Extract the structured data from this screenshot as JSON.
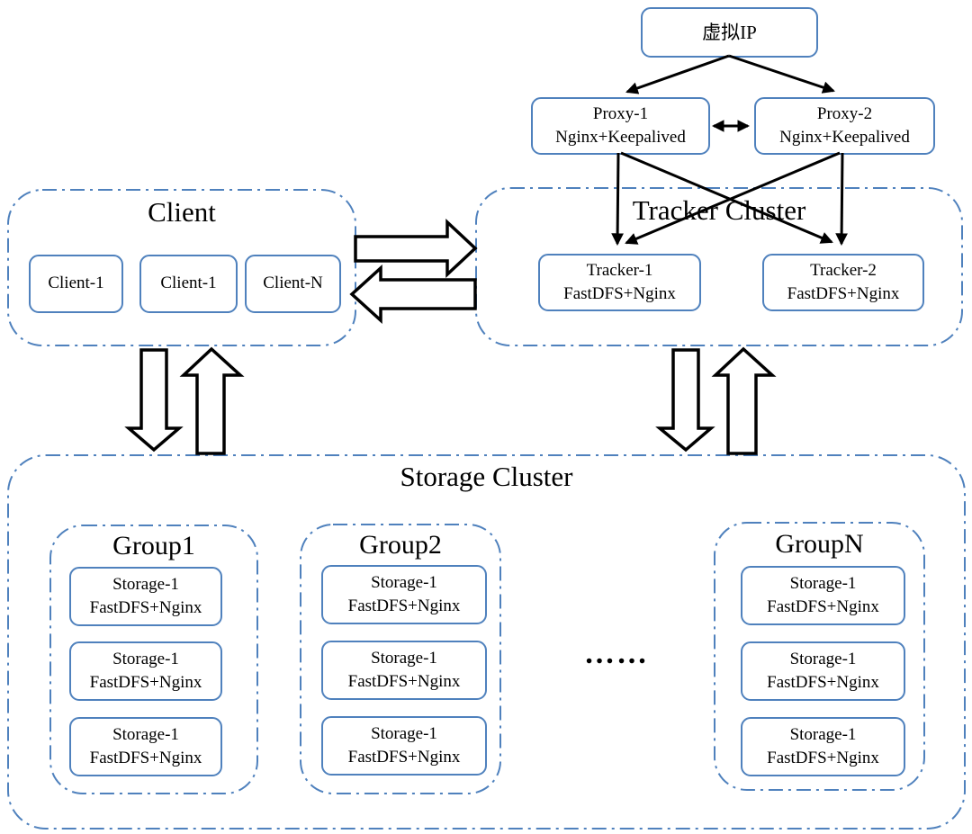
{
  "diagram": {
    "vip": {
      "label": "虚拟IP"
    },
    "proxies": [
      {
        "name": "Proxy-1",
        "stack": "Nginx+Keepalived"
      },
      {
        "name": "Proxy-2",
        "stack": "Nginx+Keepalived"
      }
    ],
    "client_cluster": {
      "title": "Client",
      "clients": [
        {
          "label": "Client-1"
        },
        {
          "label": "Client-1"
        },
        {
          "label": "Client-N"
        }
      ]
    },
    "tracker_cluster": {
      "title": "Tracker Cluster",
      "trackers": [
        {
          "name": "Tracker-1",
          "stack": "FastDFS+Nginx"
        },
        {
          "name": "Tracker-2",
          "stack": "FastDFS+Nginx"
        }
      ]
    },
    "storage_cluster": {
      "title": "Storage Cluster",
      "ellipsis": "……",
      "groups": [
        {
          "title": "Group1",
          "storages": [
            {
              "name": "Storage-1",
              "stack": "FastDFS+Nginx"
            },
            {
              "name": "Storage-1",
              "stack": "FastDFS+Nginx"
            },
            {
              "name": "Storage-1",
              "stack": "FastDFS+Nginx"
            }
          ]
        },
        {
          "title": "Group2",
          "storages": [
            {
              "name": "Storage-1",
              "stack": "FastDFS+Nginx"
            },
            {
              "name": "Storage-1",
              "stack": "FastDFS+Nginx"
            },
            {
              "name": "Storage-1",
              "stack": "FastDFS+Nginx"
            }
          ]
        },
        {
          "title": "GroupN",
          "storages": [
            {
              "name": "Storage-1",
              "stack": "FastDFS+Nginx"
            },
            {
              "name": "Storage-1",
              "stack": "FastDFS+Nginx"
            },
            {
              "name": "Storage-1",
              "stack": "FastDFS+Nginx"
            }
          ]
        }
      ]
    },
    "colors": {
      "box_border": "#4f81bd",
      "cluster_border": "#4f81bd",
      "arrow": "#000000"
    }
  }
}
